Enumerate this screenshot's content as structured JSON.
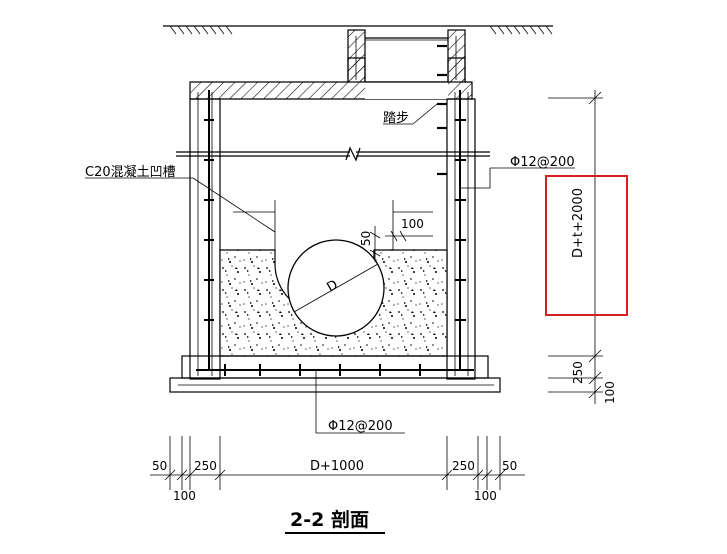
{
  "drawing": {
    "title": "2-2 剖面",
    "labels": {
      "c20_trough": "C20混凝土凹槽",
      "steps": "踏步",
      "rebar_top": "Φ12@200",
      "rebar_bottom": "Φ12@200",
      "pipe_diameter": "D",
      "dim_50_cover": "50",
      "dim_100_offset": "100"
    },
    "vertical_dims": {
      "height": "D+t+2000",
      "base_slab": "250",
      "cushion": "100"
    },
    "horizontal_dims": {
      "left_50": "50",
      "left_250": "250",
      "left_100": "100",
      "center": "D+1000",
      "right_250": "250",
      "right_50": "50",
      "right_100": "100"
    },
    "highlight": {
      "color": "#d62020"
    }
  }
}
